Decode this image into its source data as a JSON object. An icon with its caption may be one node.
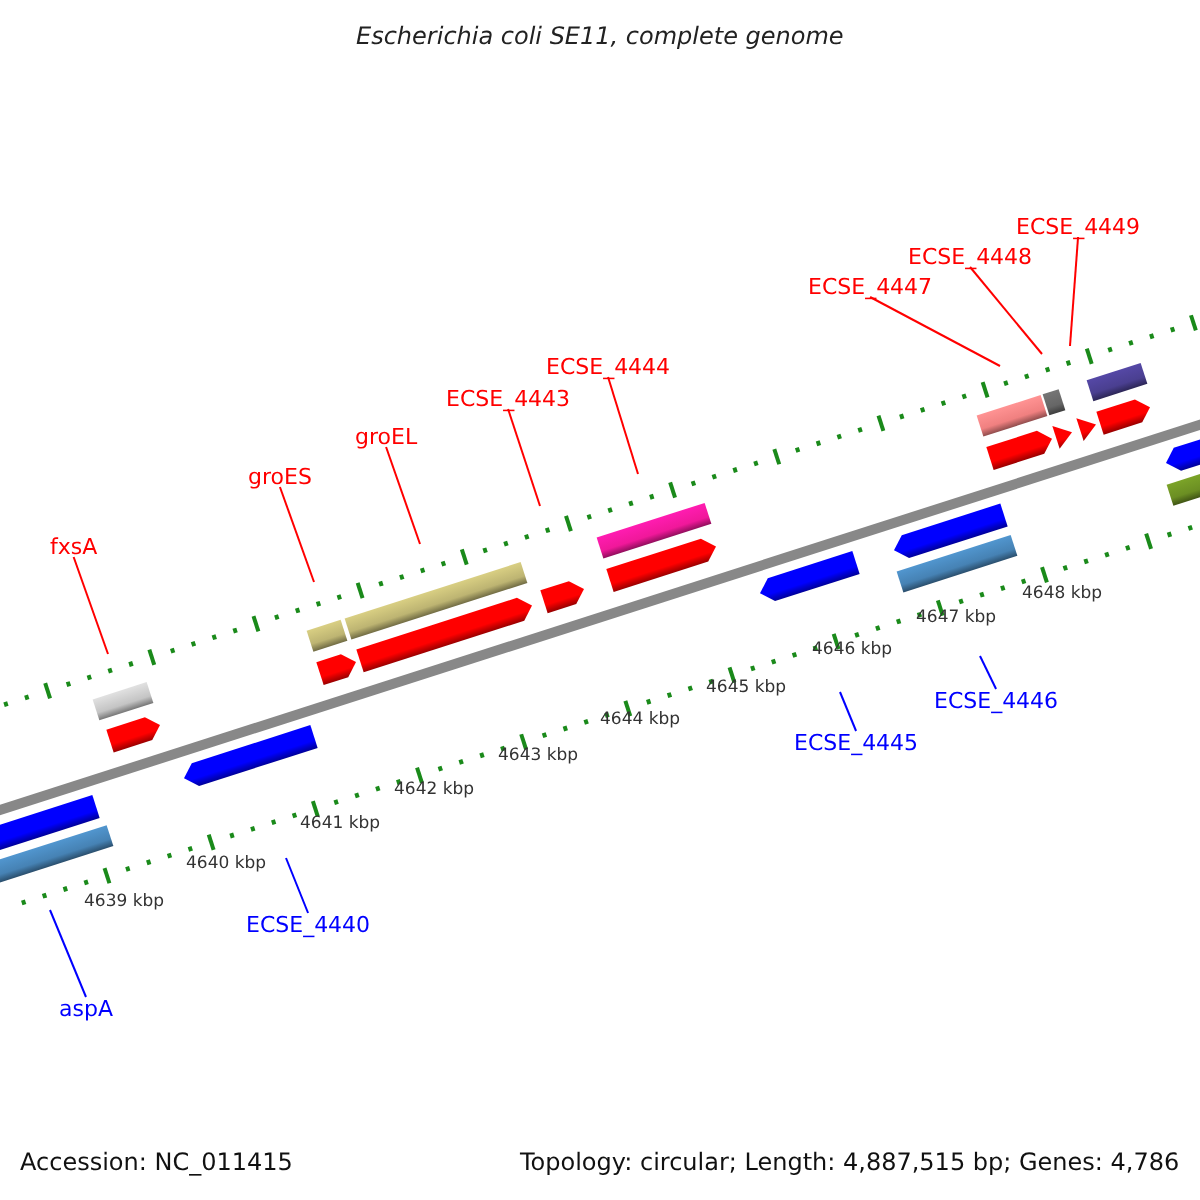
{
  "diagram": {
    "title": "Escherichia coli SE11, complete genome",
    "nodes": [
      {
        "text": [
          "fxsA"
        ]
      },
      {
        "text": [
          "groES"
        ]
      },
      {
        "text": [
          "groEL"
        ]
      },
      {
        "text": [
          "ECSE_4443"
        ]
      },
      {
        "text": [
          "ECSE_4444"
        ]
      },
      {
        "text": [
          "ECSE_4447"
        ]
      },
      {
        "text": [
          "ECSE_4448"
        ]
      },
      {
        "text": [
          "ECSE_4449"
        ]
      },
      {
        "text": [
          "ECSE_4440"
        ]
      },
      {
        "text": [
          "aspA"
        ]
      },
      {
        "text": [
          "ECSE_4445"
        ]
      },
      {
        "text": [
          "ECSE_4446"
        ]
      }
    ],
    "edges": [
      {
        "from": 0,
        "to": null,
        "arrow": "none"
      },
      {
        "from": 1,
        "to": null,
        "arrow": "none"
      },
      {
        "from": 2,
        "to": null,
        "arrow": "none"
      },
      {
        "from": 3,
        "to": null,
        "arrow": "none"
      },
      {
        "from": 4,
        "to": null,
        "arrow": "none"
      },
      {
        "from": 5,
        "to": null,
        "arrow": "none"
      },
      {
        "from": 6,
        "to": null,
        "arrow": "none"
      },
      {
        "from": 7,
        "to": null,
        "arrow": "none"
      },
      {
        "from": 8,
        "to": null,
        "arrow": "none",
        "color": "#0000ff"
      },
      {
        "from": 9,
        "to": null,
        "arrow": "none",
        "color": "#0000ff"
      },
      {
        "from": 10,
        "to": null,
        "arrow": "none",
        "color": "#0000ff"
      },
      {
        "from": 11,
        "to": null,
        "arrow": "none",
        "color": "#0000ff"
      }
    ],
    "labels": [
      "4639 kbp",
      "4640 kbp",
      "4641 kbp",
      "4642 kbp",
      "4643 kbp",
      "4644 kbp",
      "4645 kbp",
      "4646 kbp",
      "4647 kbp",
      "4648 kbp",
      "Accession: NC_011415",
      "Topology: circular; Length: 4,887,515 bp; Genes: 4,786"
    ]
  }
}
